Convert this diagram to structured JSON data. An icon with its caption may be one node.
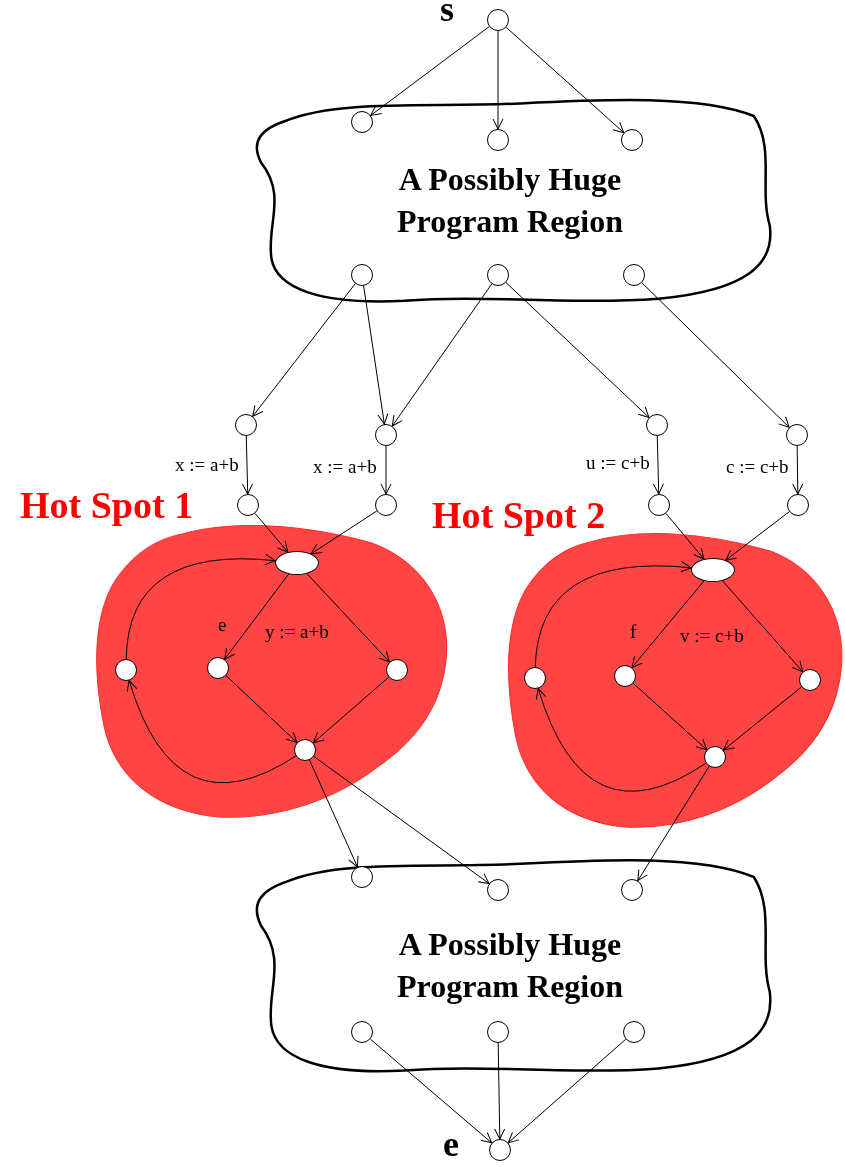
{
  "diagram": {
    "nodes": [
      {
        "text": [
          "s"
        ]
      },
      {
        "text": [
          "A Possibly Huge Program Region"
        ]
      },
      {
        "text": [],
        "shape": "circle",
        "in": 1
      },
      {
        "text": [],
        "shape": "circle",
        "in": 1
      },
      {
        "text": [],
        "shape": "circle",
        "in": 1
      },
      {
        "text": [],
        "shape": "circle",
        "in": 1
      },
      {
        "text": [],
        "shape": "circle",
        "in": 1
      },
      {
        "text": [],
        "shape": "circle",
        "in": 1
      },
      {
        "text": [],
        "shape": "circle"
      },
      {
        "text": [],
        "shape": "circle"
      },
      {
        "text": [],
        "shape": "circle"
      },
      {
        "text": [],
        "shape": "circle"
      },
      {
        "text": [],
        "shape": "circle"
      },
      {
        "text": [],
        "shape": "circle"
      },
      {
        "text": [],
        "shape": "circle"
      },
      {
        "text": [],
        "shape": "circle"
      },
      {
        "text": [
          "Hot Spot 1"
        ]
      },
      {
        "text": [],
        "shape": "ellipse",
        "in": 16
      },
      {
        "text": [],
        "shape": "circle",
        "in": 16
      },
      {
        "text": [],
        "shape": "circle",
        "in": 16
      },
      {
        "text": [],
        "shape": "circle",
        "in": 16
      },
      {
        "text": [],
        "shape": "circle",
        "in": 16
      },
      {
        "text": [
          "Hot Spot 2"
        ]
      },
      {
        "text": [],
        "shape": "ellipse",
        "in": 22
      },
      {
        "text": [],
        "shape": "circle",
        "in": 22
      },
      {
        "text": [],
        "shape": "circle",
        "in": 22
      },
      {
        "text": [],
        "shape": "circle",
        "in": 22
      },
      {
        "text": [],
        "shape": "circle",
        "in": 22
      },
      {
        "text": [
          "A Possibly Huge Program Region"
        ]
      },
      {
        "text": [],
        "shape": "circle",
        "in": 28
      },
      {
        "text": [],
        "shape": "circle",
        "in": 28
      },
      {
        "text": [],
        "shape": "circle",
        "in": 28
      },
      {
        "text": [],
        "shape": "circle",
        "in": 28
      },
      {
        "text": [],
        "shape": "circle",
        "in": 28
      },
      {
        "text": [],
        "shape": "circle",
        "in": 28
      },
      {
        "text": [
          "e"
        ]
      }
    ],
    "edges": [
      {
        "from": 0,
        "to": 2,
        "arrow": "to"
      },
      {
        "from": 0,
        "to": 3,
        "arrow": "to"
      },
      {
        "from": 0,
        "to": 4,
        "arrow": "to"
      },
      {
        "from": 5,
        "to": 8,
        "arrow": "to"
      },
      {
        "from": 5,
        "to": 9,
        "arrow": "to"
      },
      {
        "from": 6,
        "to": 9,
        "arrow": "to"
      },
      {
        "from": 6,
        "to": 10,
        "arrow": "to"
      },
      {
        "from": 7,
        "to": 11,
        "arrow": "to"
      },
      {
        "from": 8,
        "to": 12,
        "arrow": "to",
        "label": "x := a+b"
      },
      {
        "from": 9,
        "to": 13,
        "arrow": "to",
        "label": "x := a+b"
      },
      {
        "from": 10,
        "to": 14,
        "arrow": "to",
        "label": "u := c+b"
      },
      {
        "from": 11,
        "to": 15,
        "arrow": "to",
        "label": "c := c+b"
      },
      {
        "from": 12,
        "to": 17,
        "arrow": "to"
      },
      {
        "from": 13,
        "to": 17,
        "arrow": "to"
      },
      {
        "from": 17,
        "to": 19,
        "arrow": "to",
        "label": "e"
      },
      {
        "from": 17,
        "to": 20,
        "arrow": "to"
      },
      {
        "from": 19,
        "to": 21,
        "arrow": "to"
      },
      {
        "from": 20,
        "to": 21,
        "arrow": "to"
      },
      {
        "from": 21,
        "to": 18,
        "arrow": "to"
      },
      {
        "from": 18,
        "to": 17,
        "arrow": "to"
      },
      {
        "from": 14,
        "to": 23,
        "arrow": "to"
      },
      {
        "from": 15,
        "to": 23,
        "arrow": "to"
      },
      {
        "from": 23,
        "to": 25,
        "arrow": "to",
        "label": "f"
      },
      {
        "from": 23,
        "to": 26,
        "arrow": "to"
      },
      {
        "from": 25,
        "to": 27,
        "arrow": "to"
      },
      {
        "from": 26,
        "to": 27,
        "arrow": "to"
      },
      {
        "from": 27,
        "to": 24,
        "arrow": "to"
      },
      {
        "from": 24,
        "to": 23,
        "arrow": "to"
      },
      {
        "from": 21,
        "to": 29,
        "arrow": "to"
      },
      {
        "from": 21,
        "to": 30,
        "arrow": "to"
      },
      {
        "from": 27,
        "to": 31,
        "arrow": "to"
      },
      {
        "from": 32,
        "to": 35,
        "arrow": "to"
      },
      {
        "from": 33,
        "to": 35,
        "arrow": "to"
      },
      {
        "from": 34,
        "to": 35,
        "arrow": "to"
      }
    ],
    "labels": [
      "y := a+b",
      "v := c+b"
    ]
  }
}
